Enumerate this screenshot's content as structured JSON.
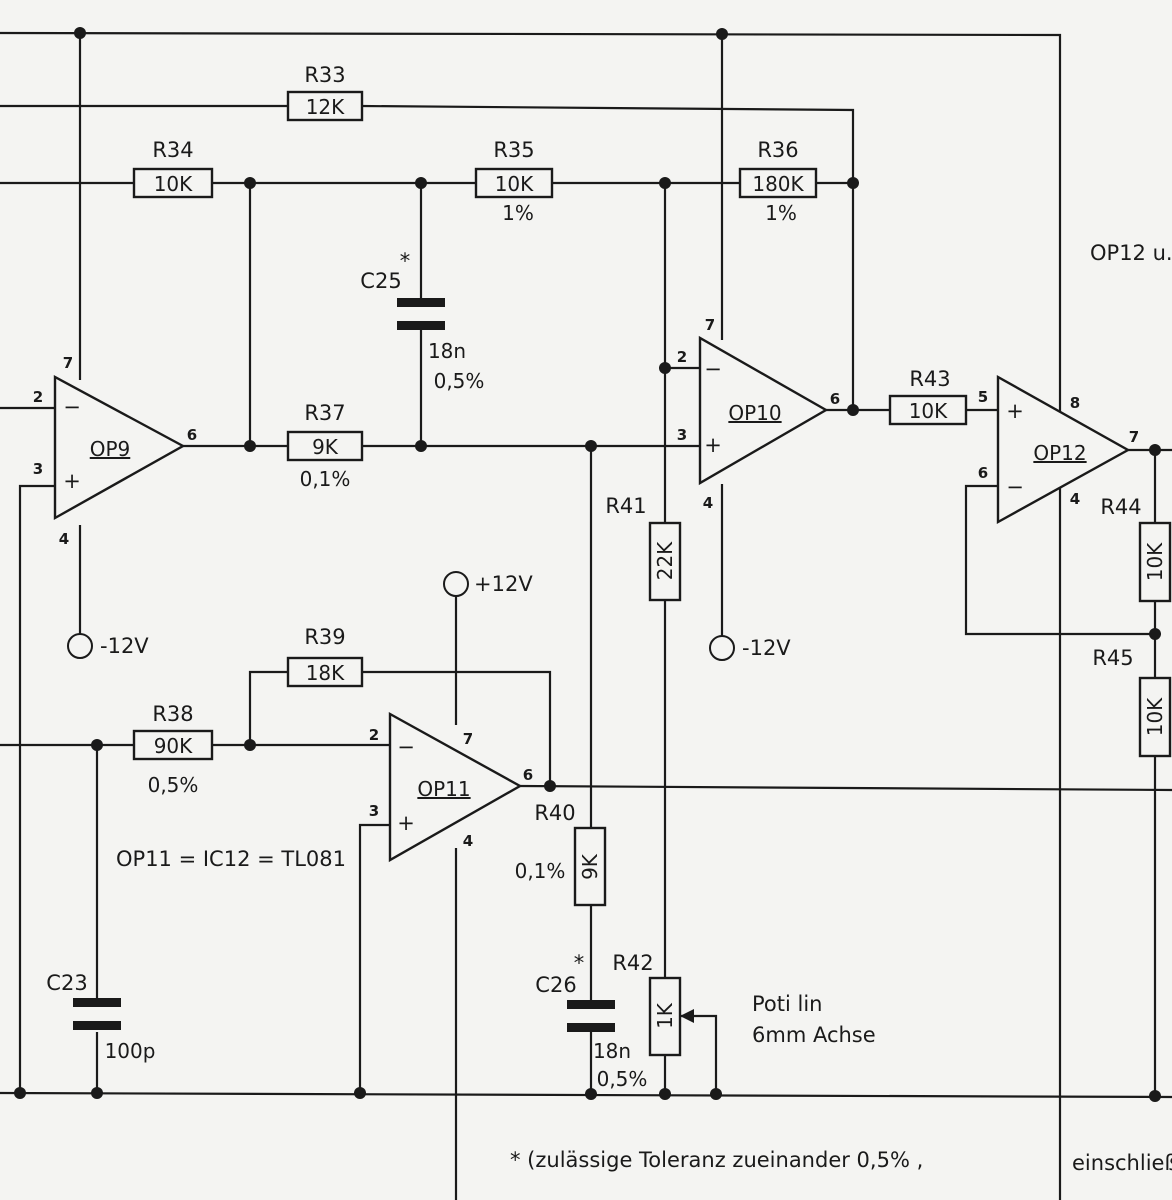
{
  "resistors": {
    "R33": {
      "name": "R33",
      "value": "12K"
    },
    "R34": {
      "name": "R34",
      "value": "10K"
    },
    "R35": {
      "name": "R35",
      "value": "10K",
      "tol": "1%"
    },
    "R36": {
      "name": "R36",
      "value": "180K",
      "tol": "1%"
    },
    "R37": {
      "name": "R37",
      "value": "9K",
      "tol": "0,1%"
    },
    "R38": {
      "name": "R38",
      "value": "90K",
      "tol": "0,5%"
    },
    "R39": {
      "name": "R39",
      "value": "18K"
    },
    "R40": {
      "name": "R40",
      "value": "9K",
      "tol": "0,1%"
    },
    "R41": {
      "name": "R41",
      "value": "22K"
    },
    "R42": {
      "name": "R42",
      "value": "1K"
    },
    "R43": {
      "name": "R43",
      "value": "10K"
    },
    "R44": {
      "name": "R44",
      "value": "10K"
    },
    "R45": {
      "name": "R45",
      "value": "10K"
    }
  },
  "capacitors": {
    "C23": {
      "name": "C23",
      "value": "100p"
    },
    "C25": {
      "name": "C25",
      "value": "18n",
      "tol": "0,5%",
      "mark": "*"
    },
    "C26": {
      "name": "C26",
      "value": "18n",
      "tol": "0,5%",
      "mark": "*"
    }
  },
  "opamps": {
    "OP9": {
      "name": "OP9",
      "pins": {
        "minus": "2",
        "plus": "3",
        "out": "6",
        "vp": "7",
        "vn": "4"
      },
      "minus_sign": "−",
      "plus_sign": "+"
    },
    "OP10": {
      "name": "OP10",
      "pins": {
        "minus": "2",
        "plus": "3",
        "out": "6",
        "vp": "7",
        "vn": "4"
      },
      "minus_sign": "−",
      "plus_sign": "+"
    },
    "OP11": {
      "name": "OP11",
      "pins": {
        "minus": "2",
        "plus": "3",
        "out": "6",
        "vp": "7",
        "vn": "4"
      },
      "minus_sign": "−",
      "plus_sign": "+"
    },
    "OP12": {
      "name": "OP12",
      "pins": {
        "plus": "5",
        "minus": "6",
        "out": "7",
        "vp": "8",
        "vn": "4"
      },
      "minus_sign": "−",
      "plus_sign": "+"
    }
  },
  "supplies": {
    "op9_neg": "-12V",
    "op10_neg": "-12V",
    "op11_pos": "+12V"
  },
  "notes": {
    "op11_type": "OP11 = IC12 = TL081",
    "op12_partial": "OP12 u.",
    "poti_line1": "Poti lin",
    "poti_line2": "6mm Achse",
    "tolerance_note": "* (zulässige Toleranz zueinander 0,5% ,",
    "tolerance_note_cont": "einschließ"
  }
}
